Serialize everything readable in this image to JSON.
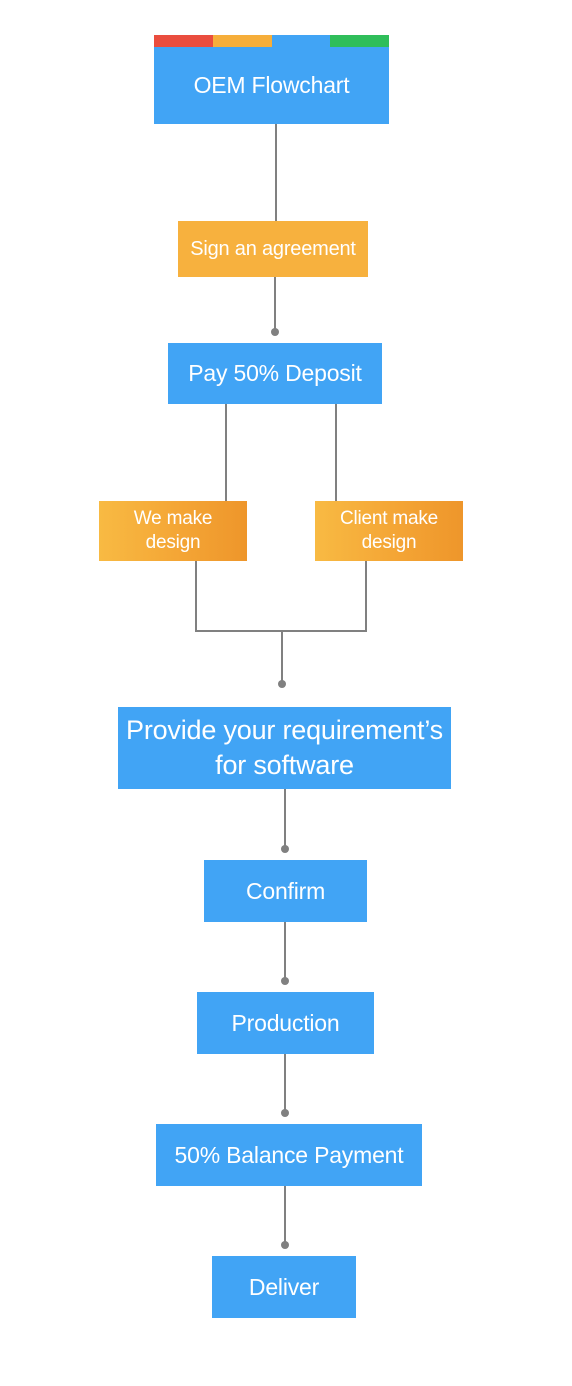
{
  "diagram": {
    "header_colors": [
      "#ea4d3e",
      "#f6ae3a",
      "#41a4f5",
      "#2fbe5a"
    ],
    "node_colors": {
      "primary": "#41a4f5",
      "secondary": "#f4a535",
      "connector": "#808080"
    },
    "title": "OEM Flowchart",
    "steps": {
      "sign": "Sign an agreement",
      "deposit": "Pay 50% Deposit",
      "we_design": "We make design",
      "client_design": "Client make design",
      "requirements": "Provide your requirement’s for software",
      "confirm": "Confirm",
      "production": "Production",
      "balance": "50% Balance Payment",
      "deliver": "Deliver"
    }
  }
}
